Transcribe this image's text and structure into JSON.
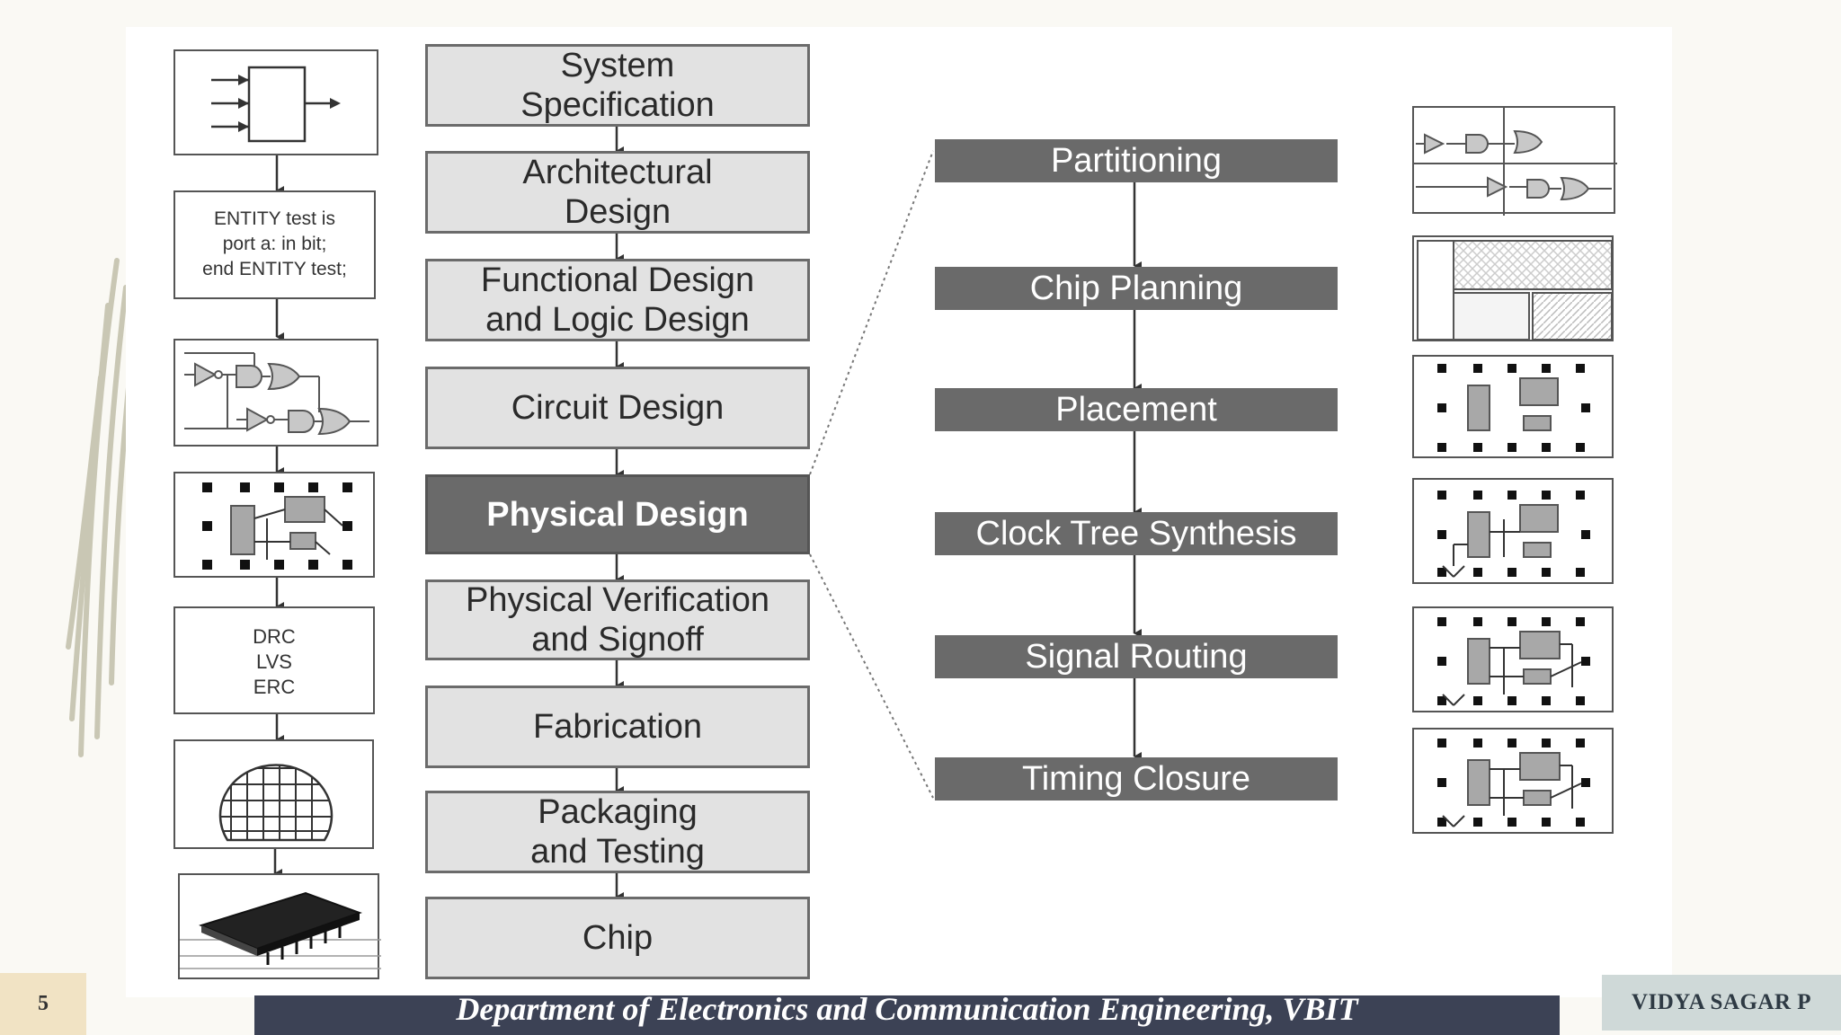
{
  "main_flow": [
    "System\nSpecification",
    "Architectural\nDesign",
    "Functional Design\nand Logic Design",
    "Circuit Design",
    "Physical Design",
    "Physical Verification\nand Signoff",
    "Fabrication",
    "Packaging\nand Testing",
    "Chip"
  ],
  "physical_design_steps": [
    "Partitioning",
    "Chip Planning",
    "Placement",
    "Clock Tree Synthesis",
    "Signal Routing",
    "Timing Closure"
  ],
  "left_column": {
    "entity_text": "ENTITY test is\nport a: in bit;\nend ENTITY test;",
    "verification_text": "DRC\nLVS\nERC"
  },
  "footer": {
    "slide_number": "5",
    "department": "Department of Electronics and Communication  Engineering, VBIT",
    "author": "VIDYA SAGAR P"
  },
  "colors": {
    "box_fill": "#e2e2e2",
    "highlight_fill": "#6a6a6a",
    "footer_bar": "#3c4255",
    "slide_number_bg": "#f1e3c4",
    "author_bg": "#cfd9d8"
  }
}
